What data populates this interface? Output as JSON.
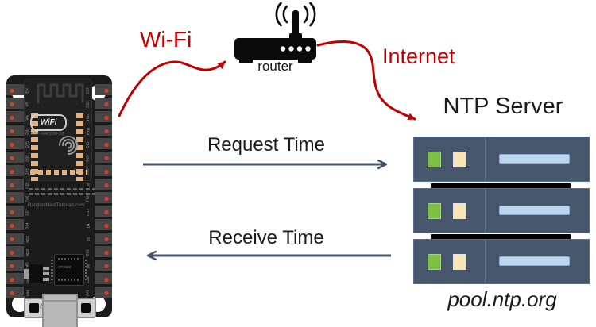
{
  "labels": {
    "wifi": "Wi-Fi",
    "internet": "Internet",
    "request": "Request Time",
    "receive": "Receive Time"
  },
  "router": {
    "caption": "router"
  },
  "ntp": {
    "title": "NTP Server",
    "domain": "pool.ntp.org"
  },
  "esp32": {
    "wifi_logo": "WiFi",
    "module": "ESP-WROOM-32",
    "watermark": "RandomNerdTutorials.com",
    "usb_chip": "CP2102",
    "button_en": "EN",
    "button_boot": "BOOT",
    "left_pins": [
      "EN",
      "VP",
      "VN",
      "D34",
      "D35",
      "D32",
      "D33",
      "D25",
      "D26",
      "D27",
      "D14",
      "SD2",
      "SD3",
      "CMD",
      "GND",
      "VIN"
    ],
    "right_pins": [
      "D23",
      "D22",
      "TXD",
      "RXD",
      "D21",
      "D19",
      "D18",
      "D5",
      "TX2",
      "RX2",
      "D4",
      "D2",
      "D15",
      "D0",
      "CLK",
      "3V3"
    ]
  },
  "colors": {
    "arrow_red": "#c00000",
    "arrow_blue_gray": "#44546a",
    "server_body": "#46566b",
    "server_border": "#55719b",
    "server_green": "#7cc143",
    "server_cream": "#fbe5b5",
    "server_blue_bar": "#bdd7ee",
    "rack_separator": "#000000"
  }
}
